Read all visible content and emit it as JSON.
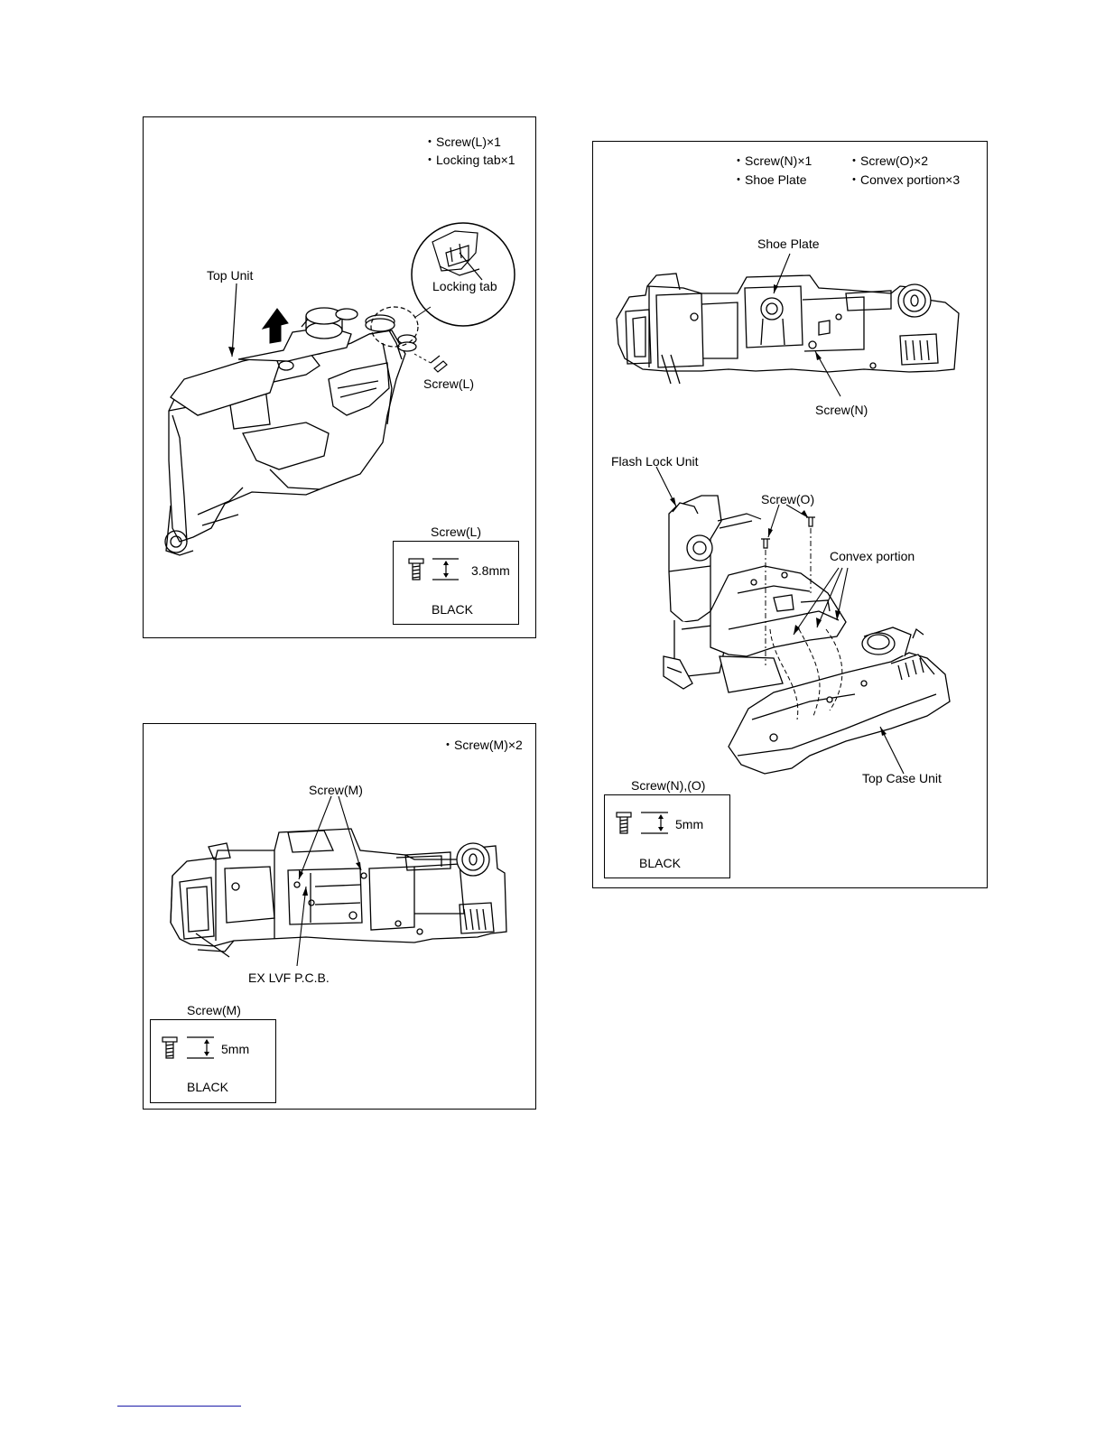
{
  "panel_l": {
    "notes": [
      "・Screw(L)×1",
      "・Locking tab×1"
    ],
    "label_top_unit": "Top Unit",
    "label_locking_tab": "Locking tab",
    "label_screw": "Screw(L)",
    "spec": {
      "title": "Screw(L)",
      "length": "3.8mm",
      "color": "BLACK"
    }
  },
  "panel_m": {
    "notes": [
      "・Screw(M)×2"
    ],
    "label_screw": "Screw(M)",
    "label_pcb": "EX LVF P.C.B.",
    "spec": {
      "title": "Screw(M)",
      "length": "5mm",
      "color": "BLACK"
    }
  },
  "panel_r": {
    "notes": [
      "・Screw(N)×1",
      "・Screw(O)×2",
      "・Shoe Plate",
      "・Convex portion×3"
    ],
    "label_shoe_plate": "Shoe Plate",
    "label_screw_n": "Screw(N)",
    "label_flash_lock": "Flash Lock Unit",
    "label_screw_o": "Screw(O)",
    "label_convex": "Convex portion",
    "label_top_case": "Top Case Unit",
    "spec": {
      "title": "Screw(N),(O)",
      "length": "5mm",
      "color": "BLACK"
    }
  }
}
